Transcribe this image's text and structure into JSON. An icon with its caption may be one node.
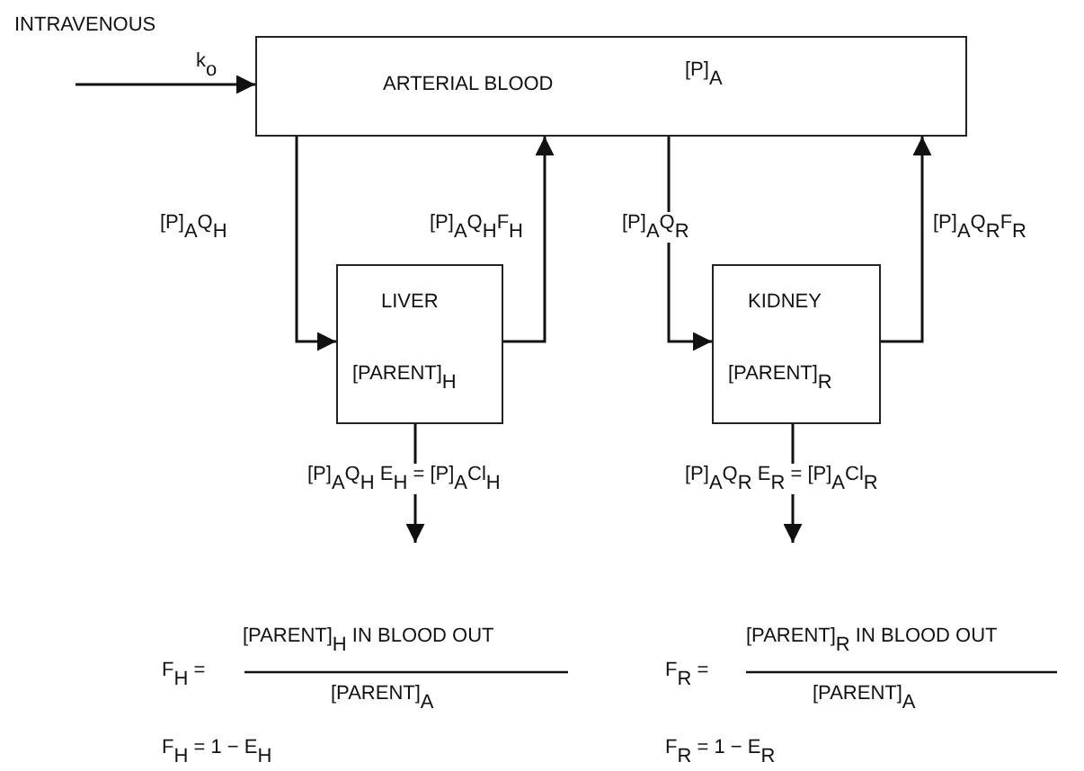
{
  "diagram": {
    "nodes": [
      {
        "text": [
          "ARTERIAL BLOOD",
          "[P]$_{A}$"
        ]
      },
      {
        "text": [
          "LIVER",
          "[PARENT]$_{H}$"
        ]
      },
      {
        "text": [
          "KIDNEY",
          "[PARENT]$_{R}$"
        ]
      }
    ],
    "edges": [
      {
        "from": null,
        "to": 0,
        "arrow": "to",
        "label": "k$_{o}$"
      },
      {
        "from": 0,
        "to": 1,
        "arrow": "to",
        "label": "[P]$_{A}$Q$_{H}$"
      },
      {
        "from": 1,
        "to": 0,
        "arrow": "to",
        "label": "[P]$_{A}$Q$_{H}$F$_{H}$"
      },
      {
        "from": 0,
        "to": 2,
        "arrow": "to",
        "label": "[P]$_{A}$Q$_{R}$"
      },
      {
        "from": 2,
        "to": 0,
        "arrow": "to",
        "label": "[P]$_{A}$Q$_{R}$F$_{R}$"
      },
      {
        "from": 1,
        "to": null,
        "arrow": "to",
        "label": "[P]$_{A}$Q$_{H}$ E$_{H}$ = [P]$_{A}$Cl$_{H}$"
      },
      {
        "from": 2,
        "to": null,
        "arrow": "to",
        "label": "[P]$_{A}$Q$_{R}$ E$_{R}$ = [P]$_{A}$Cl$_{R}$"
      }
    ],
    "labels": [
      "INTRAVENOUS",
      "F$_{H}$ =",
      "[PARENT]$_{H}$ IN BLOOD OUT",
      "[PARENT]$_{A}$",
      "F$_{R}$ =",
      "[PARENT]$_{R}$ IN BLOOD OUT",
      "[PARENT]$_{A}$",
      "F$_{H}$ = 1 − E$_{H}$",
      "F$_{R}$ = 1 − E$_{R}$"
    ]
  }
}
